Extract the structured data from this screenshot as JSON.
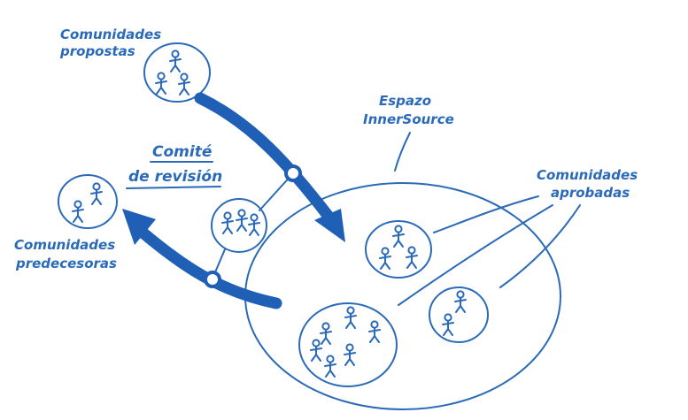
{
  "labels": {
    "proposed_line1": "Comunidades",
    "proposed_line2": "propostas",
    "predecessor_line1": "Comunidades",
    "predecessor_line2": "predecesoras",
    "committee_line1": "Comité",
    "committee_line2": "de revisión",
    "space_line1": "Espazo",
    "space_line2": "InnerSource",
    "approved_line1": "Comunidades",
    "approved_line2": "aprobadas"
  },
  "colors": {
    "ink": "#2a6ab8",
    "arrow": "#1f5fb5",
    "background": "#ffffff"
  },
  "icons": [
    "stick-figure-icon",
    "arrow-icon",
    "node-circle-icon"
  ]
}
